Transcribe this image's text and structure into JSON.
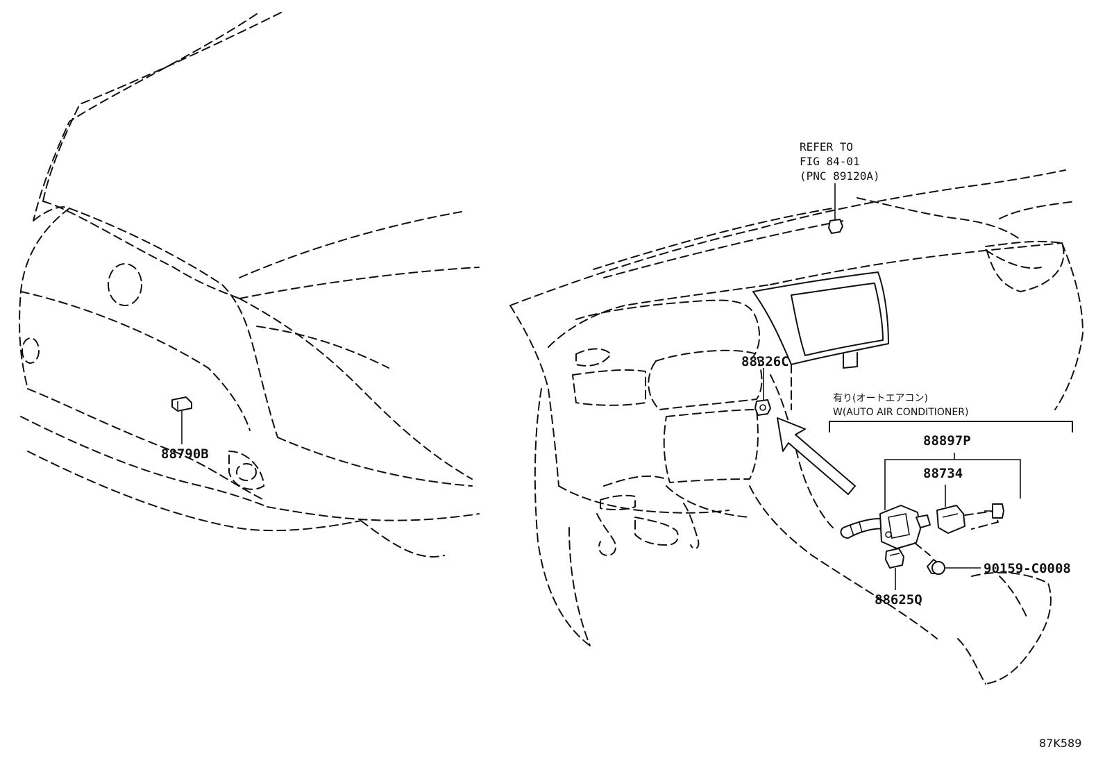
{
  "diagram": {
    "figure_id": "87K589",
    "reference_note": [
      "REFER TO",
      "FIG 84-01",
      "(PNC 89120A)"
    ],
    "condition_note": [
      "有り(オートエアコン)",
      "W(AUTO AIR CONDITIONER)"
    ],
    "parts": [
      {
        "id": "p1",
        "number": "88790B"
      },
      {
        "id": "p2",
        "number": "88326C"
      },
      {
        "id": "p3",
        "number": "88897P"
      },
      {
        "id": "p4",
        "number": "88734"
      },
      {
        "id": "p5",
        "number": "90159-C0008"
      },
      {
        "id": "p6",
        "number": "88625Q"
      }
    ]
  }
}
